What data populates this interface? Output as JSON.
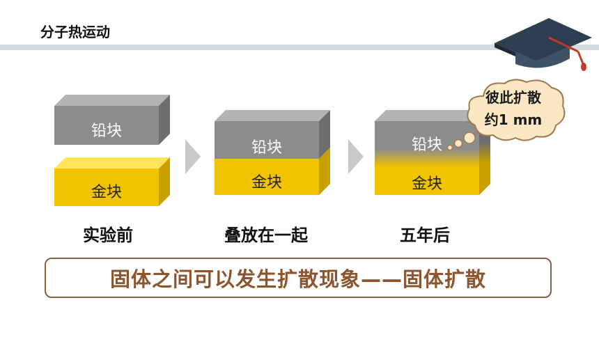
{
  "header": {
    "title": "分子热运动"
  },
  "stages": [
    {
      "label": "实验前",
      "top_block": "铅块",
      "bottom_block": "金块"
    },
    {
      "label": "叠放在一起",
      "top_block": "铅块",
      "bottom_block": "金块"
    },
    {
      "label": "五年后",
      "top_block": "铅块",
      "bottom_block": "金块"
    }
  ],
  "bubble": {
    "line1": "彼此扩散",
    "line2": "约1 mm"
  },
  "summary": "固体之间可以发生扩散现象——固体扩散",
  "icons": {
    "cap": "graduation-cap-icon",
    "arrow": "chevron-right-icon"
  },
  "colors": {
    "lead": "#8c8c8c",
    "gold": "#f2c400",
    "accent": "#8b5530"
  }
}
